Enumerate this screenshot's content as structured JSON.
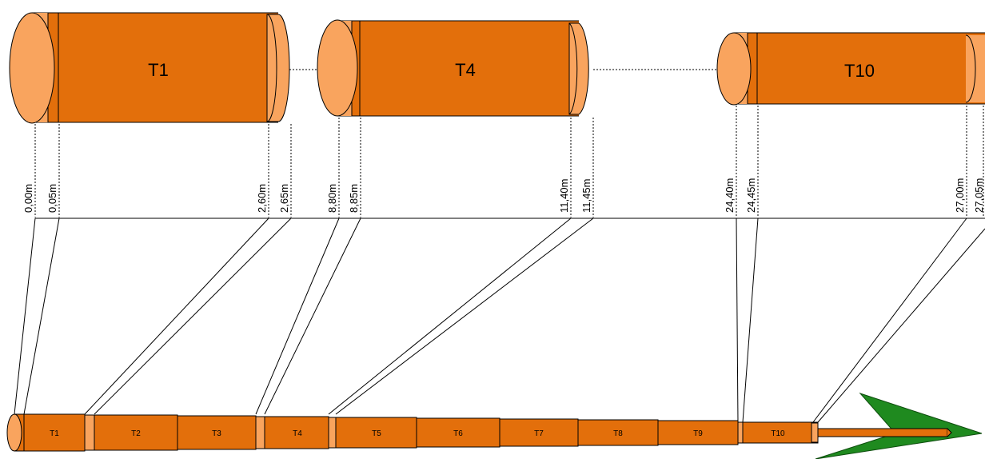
{
  "colors": {
    "tube_body": "#E36F0B",
    "tube_cap": "#F9A45E",
    "outline": "#000000",
    "arrow_head": "#1F8A1F",
    "background": "#FFFFFF"
  },
  "detail_tubes": [
    {
      "label": "T1",
      "start": "0,00m",
      "start_inner": "0,05m",
      "end_inner": "2,60m",
      "end": "2,65m"
    },
    {
      "label": "T4",
      "start": "8,80m",
      "start_inner": "8,85m",
      "end_inner": "11,40m",
      "end": "11,45m"
    },
    {
      "label": "T10",
      "start": "24,40m",
      "start_inner": "24,45m",
      "end_inner": "27,00m",
      "end": "27,05m"
    }
  ],
  "string_segments": [
    "T1",
    "T2",
    "T3",
    "T4",
    "T5",
    "T6",
    "T7",
    "T8",
    "T9",
    "T10"
  ],
  "arrow_icon": "arrow-head-icon"
}
